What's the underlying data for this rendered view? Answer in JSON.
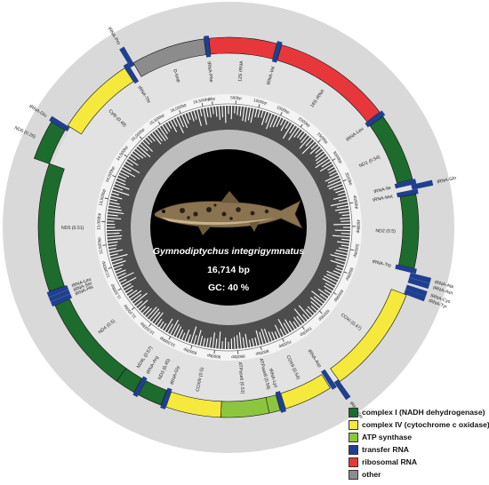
{
  "map": {
    "species": "Gymnodiptychus integrigymnatus",
    "length_text": "16,714 bp",
    "gc_text": "GC: 40 %",
    "genome_length": 16714,
    "colors": {
      "complex_i": "#1e6b2e",
      "complex_iv": "#f5e93d",
      "atp": "#8cc63f",
      "trna": "#1f3f8f",
      "rrna": "#e8373b",
      "other": "#8c8c8c",
      "backbone": "#e2e2e2",
      "outer_ring": "#d9d9d9",
      "gc_ring": "#4d4d4d",
      "center": "#000000"
    },
    "ticks": [
      "500bp",
      "1000bp",
      "1500bp",
      "2000bp",
      "2500bp",
      "3000bp",
      "3500bp",
      "4000bp",
      "4500bp",
      "5000bp",
      "5500bp",
      "6000bp",
      "6500bp",
      "7000bp",
      "7500bp",
      "8000bp",
      "8500bp",
      "9000bp",
      "9500bp",
      "10,000bp",
      "10,500bp",
      "11,000bp",
      "11,500bp",
      "12,000bp",
      "12,500bp",
      "13,000bp",
      "13,500bp",
      "14,000bp",
      "14,500bp",
      "15,000bp",
      "15,500bp",
      "16,000bp",
      "16,500bp"
    ],
    "tick_zero": "0bp",
    "features": [
      {
        "name": "tRNA-Phe",
        "type": "trna",
        "start": 0,
        "end": 70,
        "strand": "inner"
      },
      {
        "name": "12S rRNA",
        "type": "rrna",
        "start": 70,
        "end": 1025,
        "strand": "inner"
      },
      {
        "name": "tRNA-Val",
        "type": "trna",
        "start": 1025,
        "end": 1097,
        "strand": "inner"
      },
      {
        "name": "16S rRNA",
        "type": "rrna",
        "start": 1097,
        "end": 2788,
        "strand": "inner"
      },
      {
        "name": "tRNA-Leu",
        "type": "trna",
        "start": 2788,
        "end": 2864,
        "strand": "inner"
      },
      {
        "name": "ND1 (0.54)",
        "type": "complex_i",
        "start": 2865,
        "end": 3840,
        "strand": "inner"
      },
      {
        "name": "tRNA-Ile",
        "type": "trna",
        "start": 3843,
        "end": 3914,
        "strand": "inner"
      },
      {
        "name": "tRNA-Gln",
        "type": "trna",
        "start": 3913,
        "end": 3984,
        "strand": "outer"
      },
      {
        "name": "tRNA-Met",
        "type": "trna",
        "start": 3985,
        "end": 4054,
        "strand": "inner"
      },
      {
        "name": "ND2 (0.5)",
        "type": "complex_i",
        "start": 4055,
        "end": 5100,
        "strand": "inner"
      },
      {
        "name": "tRNA-Trp",
        "type": "trna",
        "start": 5100,
        "end": 5171,
        "strand": "inner"
      },
      {
        "name": "tRNA-Ala",
        "type": "trna",
        "start": 5173,
        "end": 5242,
        "strand": "outer"
      },
      {
        "name": "tRNA-Asn",
        "type": "trna",
        "start": 5244,
        "end": 5317,
        "strand": "outer"
      },
      {
        "name": "tRNA-Cys",
        "type": "trna",
        "start": 5350,
        "end": 5416,
        "strand": "outer"
      },
      {
        "name": "tRNA-Tyr",
        "type": "trna",
        "start": 5416,
        "end": 5486,
        "strand": "outer"
      },
      {
        "name": "COXI (0.47)",
        "type": "complex_iv",
        "start": 5488,
        "end": 7039,
        "strand": "inner"
      },
      {
        "name": "tRNA-Ser",
        "type": "trna",
        "start": 7040,
        "end": 7111,
        "strand": "outer"
      },
      {
        "name": "tRNA-Asp",
        "type": "trna",
        "start": 7115,
        "end": 7186,
        "strand": "inner"
      },
      {
        "name": "COXII (0.54)",
        "type": "complex_iv",
        "start": 7200,
        "end": 7890,
        "strand": "inner"
      },
      {
        "name": "tRNA-Lys",
        "type": "trna",
        "start": 7891,
        "end": 7966,
        "strand": "inner"
      },
      {
        "name": "ATPase8 (0.59)",
        "type": "atp",
        "start": 7968,
        "end": 8132,
        "strand": "inner"
      },
      {
        "name": "ATPase6 (0.51)",
        "type": "atp",
        "start": 8126,
        "end": 8808,
        "strand": "inner"
      },
      {
        "name": "COXIII (0.5)",
        "type": "complex_iv",
        "start": 8808,
        "end": 9592,
        "strand": "inner"
      },
      {
        "name": "tRNA-Gly",
        "type": "trna",
        "start": 9592,
        "end": 9664,
        "strand": "inner"
      },
      {
        "name": "ND3 (0.45)",
        "type": "complex_i",
        "start": 9665,
        "end": 10014,
        "strand": "inner"
      },
      {
        "name": "tRNA-Arg",
        "type": "trna",
        "start": 10013,
        "end": 10082,
        "strand": "inner"
      },
      {
        "name": "ND4L (0.57)",
        "type": "complex_i",
        "start": 10083,
        "end": 10379,
        "strand": "inner"
      },
      {
        "name": "ND4 (0.5)",
        "type": "complex_i",
        "start": 10373,
        "end": 11753,
        "strand": "inner"
      },
      {
        "name": "tRNA-His",
        "type": "trna",
        "start": 11753,
        "end": 11822,
        "strand": "inner"
      },
      {
        "name": "tRNA-Ser",
        "type": "trna",
        "start": 11823,
        "end": 11891,
        "strand": "inner"
      },
      {
        "name": "tRNA-Leu",
        "type": "trna",
        "start": 11893,
        "end": 11965,
        "strand": "inner"
      },
      {
        "name": "ND5 (0.51)",
        "type": "complex_i",
        "start": 11966,
        "end": 13790,
        "strand": "inner"
      },
      {
        "name": "ND6 (0.26)",
        "type": "complex_i",
        "start": 13787,
        "end": 14308,
        "strand": "outer"
      },
      {
        "name": "tRNA-Glu",
        "type": "trna",
        "start": 14309,
        "end": 14377,
        "strand": "outer"
      },
      {
        "name": "Cytb (0.49)",
        "type": "complex_iv",
        "start": 14383,
        "end": 15523,
        "strand": "inner"
      },
      {
        "name": "tRNA-Thr",
        "type": "trna",
        "start": 15524,
        "end": 15595,
        "strand": "inner"
      },
      {
        "name": "tRNA-Pro",
        "type": "trna",
        "start": 15595,
        "end": 15664,
        "strand": "outer"
      },
      {
        "name": "D-loop",
        "type": "other",
        "start": 15664,
        "end": 16714,
        "strand": "inner"
      }
    ],
    "legend": [
      {
        "key": "complex_i",
        "label": "complex I (NADH dehydrogenase)",
        "color": "#1e6b2e"
      },
      {
        "key": "complex_iv",
        "label": "complex IV (cytochrome c oxidase)",
        "color": "#f5e93d"
      },
      {
        "key": "atp",
        "label": "ATP synthase",
        "color": "#8cc63f"
      },
      {
        "key": "trna",
        "label": "transfer RNA",
        "color": "#1f3f8f"
      },
      {
        "key": "rrna",
        "label": "ribosomal RNA",
        "color": "#e8373b"
      },
      {
        "key": "other",
        "label": "other",
        "color": "#8c8c8c"
      }
    ]
  }
}
